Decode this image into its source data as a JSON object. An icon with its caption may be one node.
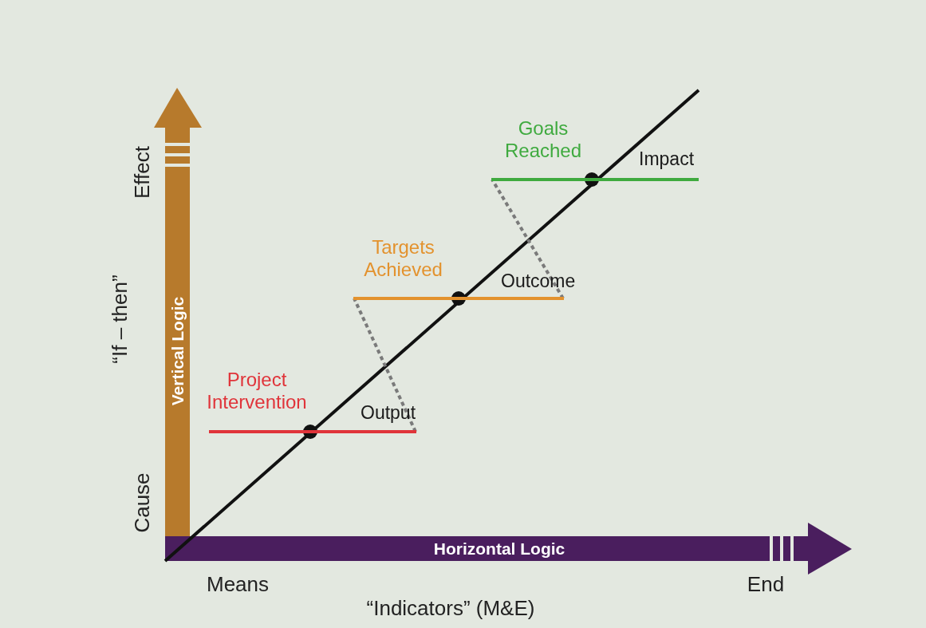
{
  "diagram": {
    "nodes": [
      {
        "text": [
          "Project Intervention",
          "Output"
        ]
      },
      {
        "text": [
          "Targets Achieved",
          "Outcome"
        ]
      },
      {
        "text": [
          "Goals Reached",
          "Impact"
        ]
      }
    ],
    "edges": [
      {
        "from": 0,
        "to": 1,
        "arrow": "none",
        "style": "dashed"
      },
      {
        "from": 1,
        "to": 2,
        "arrow": "none",
        "style": "dashed"
      }
    ],
    "labels": [
      "Effect",
      "“If – then”",
      "Vertical Logic",
      "Cause",
      "Horizontal Logic",
      "Means",
      "End",
      "“Indicators” (M&E)"
    ]
  }
}
